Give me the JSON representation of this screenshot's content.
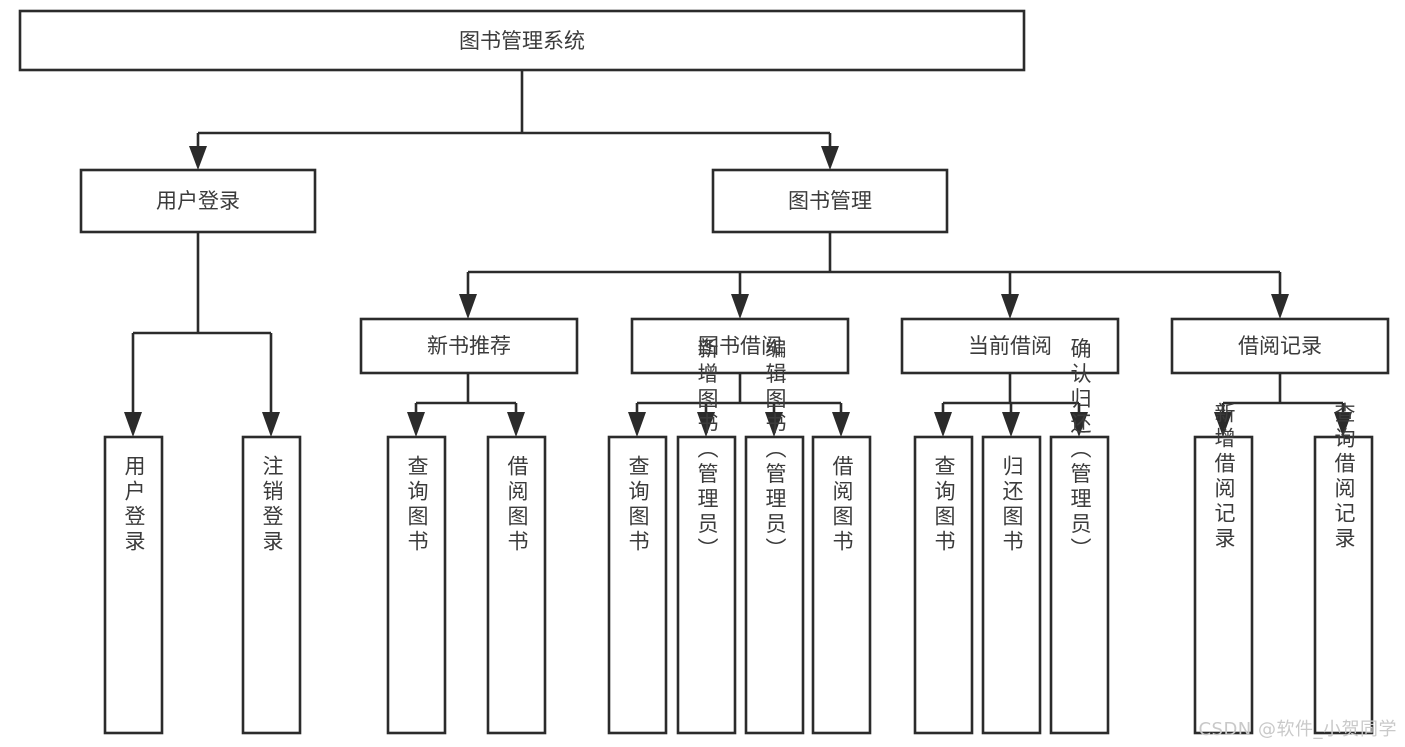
{
  "diagram": {
    "type": "tree-hierarchy",
    "title": "图书管理系统",
    "root": {
      "id": "root",
      "label": "图书管理系统",
      "orientation": "horizontal"
    },
    "level1": [
      {
        "id": "user-login",
        "label": "用户登录",
        "orientation": "horizontal"
      },
      {
        "id": "book-management",
        "label": "图书管理",
        "orientation": "horizontal"
      }
    ],
    "level2": [
      {
        "id": "new-book-recommend",
        "label": "新书推荐",
        "orientation": "horizontal",
        "parent": "book-management"
      },
      {
        "id": "book-borrow",
        "label": "图书借阅",
        "orientation": "horizontal",
        "parent": "book-management"
      },
      {
        "id": "current-borrow",
        "label": "当前借阅",
        "orientation": "horizontal",
        "parent": "book-management"
      },
      {
        "id": "borrow-record",
        "label": "借阅记录",
        "orientation": "horizontal",
        "parent": "book-management"
      }
    ],
    "leaves": [
      {
        "id": "leaf-user-login",
        "label": "用户登录",
        "orientation": "vertical",
        "parent": "user-login"
      },
      {
        "id": "leaf-user-logout",
        "label": "注销登录",
        "orientation": "vertical",
        "parent": "user-login"
      },
      {
        "id": "leaf-query-book-1",
        "label": "查询图书",
        "orientation": "vertical",
        "parent": "new-book-recommend"
      },
      {
        "id": "leaf-borrow-book-1",
        "label": "借阅图书",
        "orientation": "vertical",
        "parent": "new-book-recommend"
      },
      {
        "id": "leaf-query-book-2",
        "label": "查询图书",
        "orientation": "vertical",
        "parent": "book-borrow"
      },
      {
        "id": "leaf-add-book",
        "label": "新增图书（管理员）",
        "orientation": "vertical",
        "parent": "book-borrow"
      },
      {
        "id": "leaf-edit-book",
        "label": "编辑图书（管理员）",
        "orientation": "vertical",
        "parent": "book-borrow"
      },
      {
        "id": "leaf-borrow-book-2",
        "label": "借阅图书",
        "orientation": "vertical",
        "parent": "book-borrow"
      },
      {
        "id": "leaf-query-book-3",
        "label": "查询图书",
        "orientation": "vertical",
        "parent": "current-borrow"
      },
      {
        "id": "leaf-return-book",
        "label": "归还图书",
        "orientation": "vertical",
        "parent": "current-borrow"
      },
      {
        "id": "leaf-confirm-return",
        "label": "确认归还（管理员）",
        "orientation": "vertical",
        "parent": "current-borrow"
      },
      {
        "id": "leaf-add-record",
        "label": "新增借阅记录",
        "orientation": "vertical",
        "parent": "borrow-record"
      },
      {
        "id": "leaf-query-record",
        "label": "查询借阅记录",
        "orientation": "vertical",
        "parent": "borrow-record"
      }
    ],
    "colors": {
      "stroke": "#2b2b2b",
      "fill": "#ffffff",
      "text": "#3b3b3b",
      "watermark": "#c9c9c9"
    }
  },
  "watermark": {
    "text": "CSDN @软件_小贺同学"
  }
}
